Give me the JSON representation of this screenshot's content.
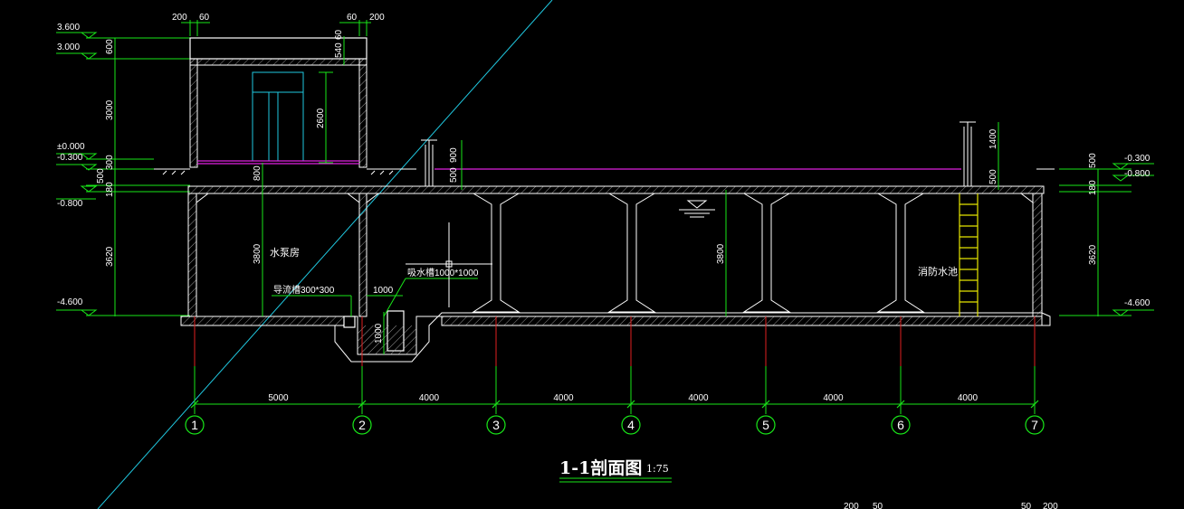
{
  "drawing": {
    "title": "1-1剖面图",
    "scale": "1:75",
    "rooms": {
      "pump_room": "水泵房",
      "fire_pool": "消防水池"
    },
    "notes": {
      "diversion": "导流槽300*300",
      "sump": "吸水槽1000*1000"
    },
    "axes": [
      "1",
      "2",
      "3",
      "4",
      "5",
      "6",
      "7"
    ],
    "spans": [
      "5000",
      "4000",
      "4000",
      "4000",
      "4000",
      "4000"
    ],
    "left_levels": [
      "3.600",
      "3.000",
      "±0.000",
      "-0.300",
      "-0.800",
      "-4.600"
    ],
    "right_levels": [
      "-0.300",
      "-0.800",
      "-4.600"
    ],
    "left_dims": [
      "600",
      "3000",
      "300",
      "500",
      "180",
      "3620"
    ],
    "right_dims": [
      "500",
      "180",
      "3620"
    ],
    "top_dims": {
      "left": [
        "200",
        "60"
      ],
      "right": [
        "60",
        "200"
      ]
    },
    "room_dims": {
      "roof_slab": "540",
      "roof_slab_b": "60",
      "door_height": "2600",
      "pump_room_height": "3800",
      "pool_height": "3800",
      "sump_width": "1000",
      "sump_depth": "1000"
    },
    "vent_dims": {
      "left_upper": "900",
      "left_lower": "500",
      "right_upper": "1400",
      "right_lower": "500"
    },
    "extra_dims": {
      "pump_floor": "800"
    },
    "bottom_cut": [
      "200",
      "50",
      "50",
      "200"
    ]
  }
}
